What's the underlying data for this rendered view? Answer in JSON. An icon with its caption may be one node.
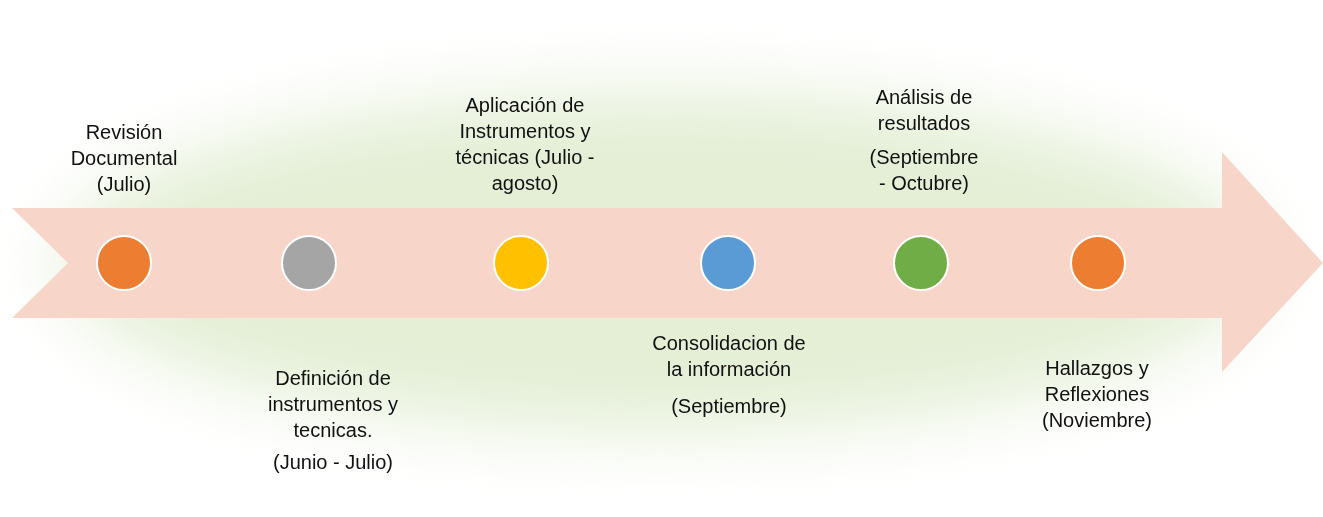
{
  "diagram": {
    "nodes": [
      {
        "text": [],
        "shape": "arrow"
      },
      {
        "text": [],
        "shape": "circle",
        "in": 0,
        "beside": [
          "Revisión Documental (Julio)"
        ]
      },
      {
        "text": [],
        "shape": "circle",
        "in": 0,
        "beside": [
          "Definición de instrumentos y tecnicas.",
          "(Junio - Julio)"
        ]
      },
      {
        "text": [],
        "shape": "circle",
        "in": 0,
        "beside": [
          "Aplicación de Instrumentos y técnicas (Julio - agosto)"
        ]
      },
      {
        "text": [],
        "shape": "circle",
        "in": 0,
        "beside": [
          "Consolidacion de la información",
          "(Septiembre)"
        ]
      },
      {
        "text": [],
        "shape": "circle",
        "in": 0,
        "beside": [
          "Análisis de resultados",
          "(Septiembre - Octubre)"
        ]
      },
      {
        "text": [],
        "shape": "circle",
        "in": 0,
        "beside": [
          "Hallazgos y Reflexiones (Noviembre)"
        ]
      }
    ],
    "edges": []
  }
}
